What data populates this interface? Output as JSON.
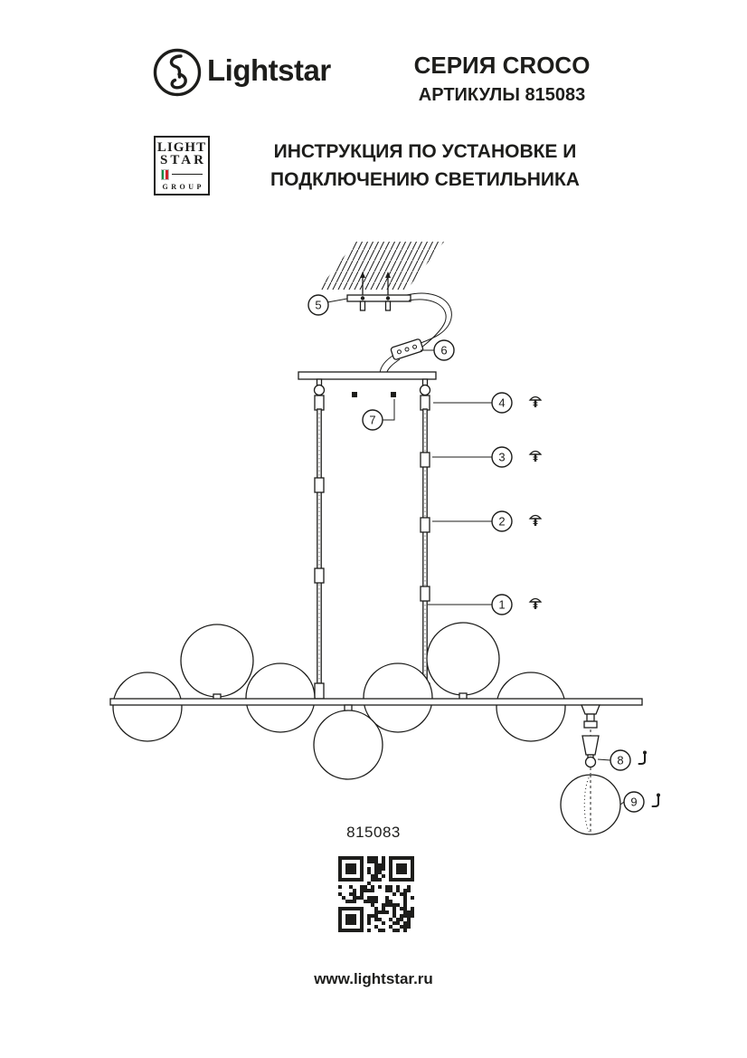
{
  "header": {
    "brand": "Lightstar",
    "series": "СЕРИЯ CROCO",
    "articles": "АРТИКУЛЫ 815083",
    "group_logo": {
      "line1": "LIGHT",
      "line2": "STAR",
      "line3": "GROUP"
    },
    "title_line1": "ИНСТРУКЦИЯ ПО УСТАНОВКЕ И",
    "title_line2": "ПОДКЛЮЧЕНИЮ СВЕТИЛЬНИКА"
  },
  "diagram": {
    "callouts": [
      "1",
      "2",
      "3",
      "4",
      "5",
      "6",
      "7",
      "8",
      "9"
    ]
  },
  "footer": {
    "article": "815083",
    "website": "www.lightstar.ru"
  },
  "colors": {
    "ink": "#1d1d1b",
    "flag_green": "#008C45",
    "flag_red": "#CD212A"
  }
}
